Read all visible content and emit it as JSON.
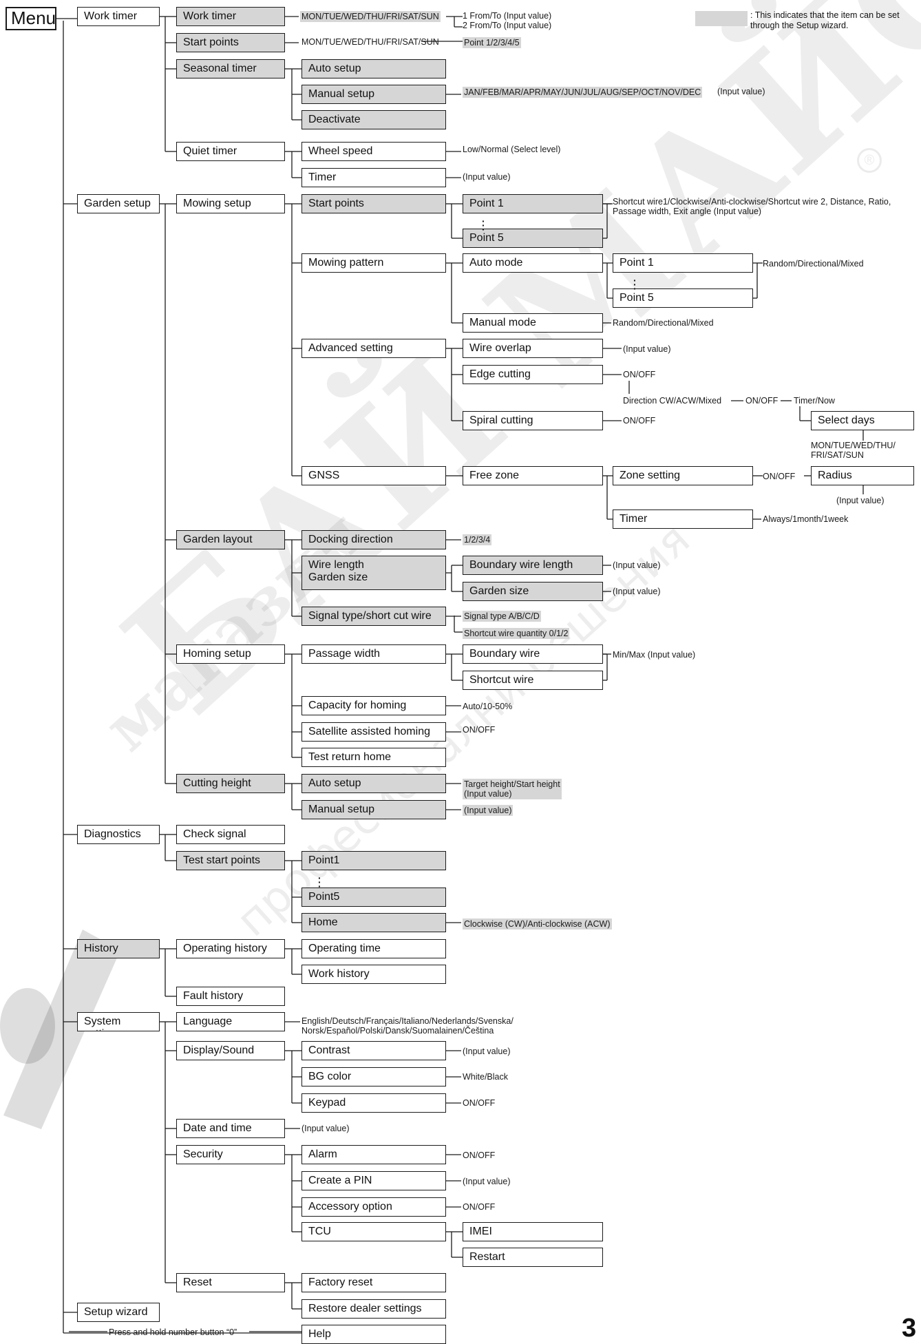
{
  "legend": {
    "text": ": This indicates that the item can be set\n  through the Setup wizard."
  },
  "page_number": "3",
  "watermark": {
    "line1": "БАЙ МАЙСТОРА",
    "line2": "магазин",
    "line3": "професионални решения",
    "reg": "®"
  },
  "nodes": [
    {
      "id": "menu",
      "label": "Menu",
      "wiz": false
    },
    {
      "id": "l1_work_timer",
      "label": "Work timer",
      "wiz": false
    },
    {
      "id": "l1_garden_setup",
      "label": "Garden setup",
      "wiz": false
    },
    {
      "id": "l1_diagnostics",
      "label": "Diagnostics",
      "wiz": false
    },
    {
      "id": "l1_history",
      "label": "History",
      "wiz": true
    },
    {
      "id": "l1_system_settings",
      "label": "System settings",
      "wiz": false
    },
    {
      "id": "l1_setup_wizard",
      "label": "Setup wizard",
      "wiz": false
    },
    {
      "id": "help",
      "label": "Help",
      "wiz": false
    },
    {
      "id": "wt_work_timer",
      "label": "Work timer",
      "wiz": true
    },
    {
      "id": "wt_start_points",
      "label": "Start points",
      "wiz": true
    },
    {
      "id": "wt_seasonal_timer",
      "label": "Seasonal timer",
      "wiz": true
    },
    {
      "id": "wt_quiet_timer",
      "label": "Quiet timer",
      "wiz": false
    },
    {
      "id": "st_auto_setup",
      "label": "Auto setup",
      "wiz": true
    },
    {
      "id": "st_manual_setup",
      "label": "Manual setup",
      "wiz": true
    },
    {
      "id": "st_deactivate",
      "label": "Deactivate",
      "wiz": true
    },
    {
      "id": "qt_wheel_speed",
      "label": "Wheel speed",
      "wiz": false
    },
    {
      "id": "qt_timer",
      "label": "Timer",
      "wiz": false
    },
    {
      "id": "gs_mowing_setup",
      "label": "Mowing setup",
      "wiz": false
    },
    {
      "id": "gs_garden_layout",
      "label": "Garden layout",
      "wiz": true
    },
    {
      "id": "gs_homing_setup",
      "label": "Homing setup",
      "wiz": false
    },
    {
      "id": "gs_cutting_height",
      "label": "Cutting height",
      "wiz": true
    },
    {
      "id": "ms_start_points",
      "label": "Start points",
      "wiz": true
    },
    {
      "id": "ms_point1",
      "label": "Point 1",
      "wiz": true
    },
    {
      "id": "ms_point5",
      "label": "Point 5",
      "wiz": true
    },
    {
      "id": "ms_mowing_pattern",
      "label": "Mowing pattern",
      "wiz": false
    },
    {
      "id": "mp_auto_mode",
      "label": "Auto mode",
      "wiz": false
    },
    {
      "id": "am_point1",
      "label": "Point 1",
      "wiz": false
    },
    {
      "id": "am_point5",
      "label": "Point 5",
      "wiz": false
    },
    {
      "id": "mp_manual_mode",
      "label": "Manual mode",
      "wiz": false
    },
    {
      "id": "ms_advanced_setting",
      "label": "Advanced setting",
      "wiz": false
    },
    {
      "id": "as_wire_overlap",
      "label": "Wire overlap",
      "wiz": false
    },
    {
      "id": "as_edge_cutting",
      "label": "Edge cutting",
      "wiz": false
    },
    {
      "id": "as_spiral_cutting",
      "label": "Spiral cutting",
      "wiz": false
    },
    {
      "id": "sc_select_days",
      "label": "Select days",
      "wiz": false
    },
    {
      "id": "ms_gnss",
      "label": "GNSS",
      "wiz": false
    },
    {
      "id": "gn_free_zone",
      "label": "Free zone",
      "wiz": false
    },
    {
      "id": "fz_zone_setting",
      "label": "Zone setting",
      "wiz": false
    },
    {
      "id": "zs_radius",
      "label": "Radius",
      "wiz": false
    },
    {
      "id": "fz_timer",
      "label": "Timer",
      "wiz": false
    },
    {
      "id": "gl_docking_direction",
      "label": "Docking direction",
      "wiz": true
    },
    {
      "id": "gl_wire_length",
      "label": "Wire length\nGarden size",
      "wiz": true
    },
    {
      "id": "wl_boundary_wire_length",
      "label": "Boundary wire length",
      "wiz": true
    },
    {
      "id": "wl_garden_size",
      "label": "Garden size",
      "wiz": true
    },
    {
      "id": "gl_signal_type",
      "label": "Signal type/short cut wire",
      "wiz": true
    },
    {
      "id": "hs_passage_width",
      "label": "Passage width",
      "wiz": false
    },
    {
      "id": "pw_boundary_wire",
      "label": "Boundary wire",
      "wiz": false
    },
    {
      "id": "pw_shortcut_wire",
      "label": "Shortcut wire",
      "wiz": false
    },
    {
      "id": "hs_capacity",
      "label": "Capacity for homing",
      "wiz": false
    },
    {
      "id": "hs_satellite",
      "label": "Satellite assisted homing",
      "wiz": false
    },
    {
      "id": "hs_test_return",
      "label": "Test return home",
      "wiz": false
    },
    {
      "id": "ch_auto_setup",
      "label": "Auto setup",
      "wiz": true
    },
    {
      "id": "ch_manual_setup",
      "label": "Manual setup",
      "wiz": true
    },
    {
      "id": "dg_check_signal",
      "label": "Check signal",
      "wiz": false
    },
    {
      "id": "dg_test_start_points",
      "label": "Test start points",
      "wiz": true
    },
    {
      "id": "tsp_point1",
      "label": "Point1",
      "wiz": true
    },
    {
      "id": "tsp_point5",
      "label": "Point5",
      "wiz": true
    },
    {
      "id": "tsp_home",
      "label": "Home",
      "wiz": true
    },
    {
      "id": "hi_operating_history",
      "label": "Operating history",
      "wiz": false
    },
    {
      "id": "hi_fault_history",
      "label": "Fault history",
      "wiz": false
    },
    {
      "id": "oh_operating_time",
      "label": "Operating time",
      "wiz": false
    },
    {
      "id": "oh_work_history",
      "label": "Work history",
      "wiz": false
    },
    {
      "id": "ss_language",
      "label": "Language",
      "wiz": false
    },
    {
      "id": "ss_display_sound",
      "label": "Display/Sound",
      "wiz": false
    },
    {
      "id": "ss_date_time",
      "label": "Date and time",
      "wiz": false
    },
    {
      "id": "ss_security",
      "label": "Security",
      "wiz": false
    },
    {
      "id": "ss_reset",
      "label": "Reset",
      "wiz": false
    },
    {
      "id": "ds_contrast",
      "label": "Contrast",
      "wiz": false
    },
    {
      "id": "ds_bg_color",
      "label": "BG color",
      "wiz": false
    },
    {
      "id": "ds_keypad",
      "label": "Keypad",
      "wiz": false
    },
    {
      "id": "se_alarm",
      "label": "Alarm",
      "wiz": false
    },
    {
      "id": "se_create_pin",
      "label": "Create a PIN",
      "wiz": false
    },
    {
      "id": "se_accessory",
      "label": "Accessory option",
      "wiz": false
    },
    {
      "id": "se_tcu",
      "label": "TCU",
      "wiz": false
    },
    {
      "id": "tcu_imei",
      "label": "IMEI",
      "wiz": false
    },
    {
      "id": "tcu_restart",
      "label": "Restart",
      "wiz": false
    },
    {
      "id": "rs_factory_reset",
      "label": "Factory reset",
      "wiz": false
    },
    {
      "id": "rs_restore_dealer",
      "label": "Restore dealer settings",
      "wiz": false
    }
  ],
  "notes": [
    {
      "id": "n_wt_days",
      "text": "MON/TUE/WED/THU/FRI/SAT/SUN",
      "wiz": true
    },
    {
      "id": "n_wt_from_to",
      "text": "1 From/To (Input value)\n2 From/To (Input value)",
      "wiz": false
    },
    {
      "id": "n_sp_days",
      "text": "MON/TUE/WED/THU/FRI/SAT/SUN",
      "wiz": false
    },
    {
      "id": "n_sp_points",
      "text": "Point 1/2/3/4/5",
      "wiz": true
    },
    {
      "id": "n_months",
      "text": "JAN/FEB/MAR/APR/MAY/JUN/JUL/AUG/SEP/OCT/NOV/DEC",
      "wiz": true
    },
    {
      "id": "n_months_input",
      "text": "(Input value)",
      "wiz": false
    },
    {
      "id": "n_wheel_speed",
      "text": "Low/Normal (Select level)",
      "wiz": false
    },
    {
      "id": "n_qt_timer",
      "text": "(Input value)",
      "wiz": false
    },
    {
      "id": "n_start_points",
      "text": "Shortcut wire1/Clockwise/Anti-clockwise/Shortcut wire 2, Distance, Ratio,\nPassage width, Exit angle (Input value)",
      "wiz": false
    },
    {
      "id": "n_auto_mode",
      "text": "Random/Directional/Mixed",
      "wiz": false
    },
    {
      "id": "n_manual_mode",
      "text": "Random/Directional/Mixed",
      "wiz": false
    },
    {
      "id": "n_wire_overlap",
      "text": "(Input value)",
      "wiz": false
    },
    {
      "id": "n_edge_onoff",
      "text": "ON/OFF",
      "wiz": false
    },
    {
      "id": "n_direction",
      "text": "Direction CW/ACW/Mixed",
      "wiz": false
    },
    {
      "id": "n_dir_onoff",
      "text": "ON/OFF",
      "wiz": false
    },
    {
      "id": "n_timer_now",
      "text": "Timer/Now",
      "wiz": false
    },
    {
      "id": "n_spiral_onoff",
      "text": "ON/OFF",
      "wiz": false
    },
    {
      "id": "n_select_days",
      "text": "MON/TUE/WED/THU/\nFRI/SAT/SUN",
      "wiz": false
    },
    {
      "id": "n_zone_onoff",
      "text": "ON/OFF",
      "wiz": false
    },
    {
      "id": "n_radius_input",
      "text": "(Input value)",
      "wiz": false
    },
    {
      "id": "n_fz_timer",
      "text": "Always/1month/1week",
      "wiz": false
    },
    {
      "id": "n_docking",
      "text": "1/2/3/4",
      "wiz": true
    },
    {
      "id": "n_bwl_input",
      "text": "(Input value)",
      "wiz": false
    },
    {
      "id": "n_gsize_input",
      "text": "(Input value)",
      "wiz": false
    },
    {
      "id": "n_signal_type",
      "text": "Signal type A/B/C/D",
      "wiz": true
    },
    {
      "id": "n_shortcut_qty",
      "text": "Shortcut wire quantity 0/1/2",
      "wiz": true
    },
    {
      "id": "n_minmax",
      "text": "Min/Max (Input value)",
      "wiz": false
    },
    {
      "id": "n_capacity",
      "text": "Auto/10-50%",
      "wiz": false
    },
    {
      "id": "n_satellite",
      "text": "ON/OFF",
      "wiz": false
    },
    {
      "id": "n_target_height",
      "text": "Target height/Start height\n(Input value)",
      "wiz": true
    },
    {
      "id": "n_manual_height",
      "text": "(Input value)",
      "wiz": true
    },
    {
      "id": "n_home_dir",
      "text": "Clockwise (CW)/Anti-clockwise (ACW)",
      "wiz": true
    },
    {
      "id": "n_languages",
      "text": "English/Deutsch/Français/Italiano/Nederlands/Svenska/\nNorsk/Español/Polski/Dansk/Suomalainen/Čeština",
      "wiz": false
    },
    {
      "id": "n_contrast",
      "text": "(Input value)",
      "wiz": false
    },
    {
      "id": "n_bg_color",
      "text": "White/Black",
      "wiz": false
    },
    {
      "id": "n_keypad",
      "text": "ON/OFF",
      "wiz": false
    },
    {
      "id": "n_date_time",
      "text": "(Input value)",
      "wiz": false
    },
    {
      "id": "n_alarm",
      "text": "ON/OFF",
      "wiz": false
    },
    {
      "id": "n_pin",
      "text": "(Input value)",
      "wiz": false
    },
    {
      "id": "n_accessory",
      "text": "ON/OFF",
      "wiz": false
    },
    {
      "id": "n_press_hold",
      "text": "Press and hold number button “0”",
      "wiz": false
    }
  ]
}
